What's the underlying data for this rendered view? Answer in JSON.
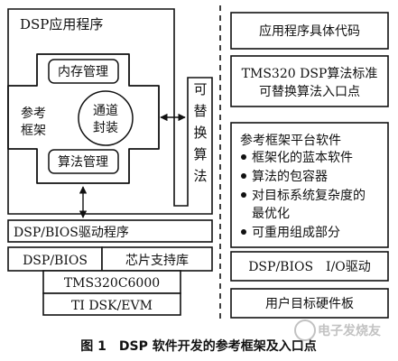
{
  "colors": {
    "ink": "#111111",
    "paper": "#ffffff",
    "watermark": "#b8b8b8"
  },
  "left": {
    "app_title": "DSP应用程序",
    "memory_mgmt": "内存管理",
    "ref_framework": "参考框架",
    "channel_wrap": "通道封装",
    "algo_mgmt": "算法管理",
    "replaceable_algo": "可替换算法",
    "bios_driver": "DSP/BIOS驱动程序",
    "dsp_bios": "DSP/BIOS",
    "chip_support": "芯片支持库",
    "tms_chip": "TMS320C6000",
    "ti_board": "TI DSK/EVM"
  },
  "right": {
    "app_code": "应用程序具体代码",
    "algo_std_line1": "TMS320 DSP算法标准",
    "algo_std_line2": "可替换算法入口点",
    "platform_title": "参考框架平台软件",
    "platform_items": [
      "框架化的蓝本软件",
      "算法的包容器",
      "对目标系统复杂度的",
      "最优化",
      "可重用组成部分"
    ],
    "io_driver": "DSP/BIOS　I/O驱动",
    "target_board": "用户目标硬件板"
  },
  "caption": "图 1　DSP 软件开发的参考框架及入口点",
  "watermark": "电子发烧友"
}
